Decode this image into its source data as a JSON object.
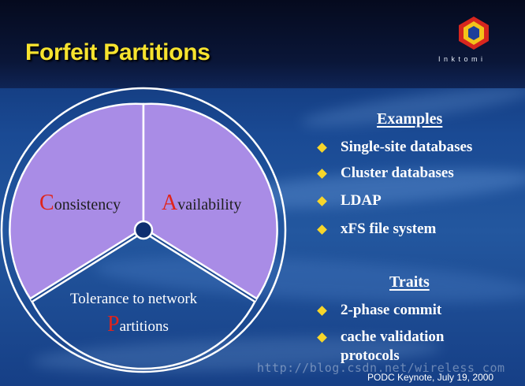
{
  "title": "Forfeit Partitions",
  "brand": "Inktomi",
  "brand_colors": {
    "title": "#f7e32e",
    "segment_fill": "#a98ce6",
    "initial_letter": "#e0241b"
  },
  "diagram": {
    "consistency": {
      "initial": "C",
      "rest": "onsistency"
    },
    "availability": {
      "initial": "A",
      "rest": "vailability"
    },
    "partitions": {
      "line1": "Tolerance to network",
      "initial": "P",
      "rest": "artitions"
    }
  },
  "examples": {
    "heading": "Examples",
    "items": [
      "Single-site databases",
      "Cluster databases",
      "LDAP",
      "xFS file system"
    ]
  },
  "traits": {
    "heading": "Traits",
    "items": [
      "2-phase commit",
      "cache validation",
      "protocols"
    ]
  },
  "watermark": "http://blog.csdn.net/wireless_com",
  "footer": "PODC Keynote, July 19, 2000"
}
